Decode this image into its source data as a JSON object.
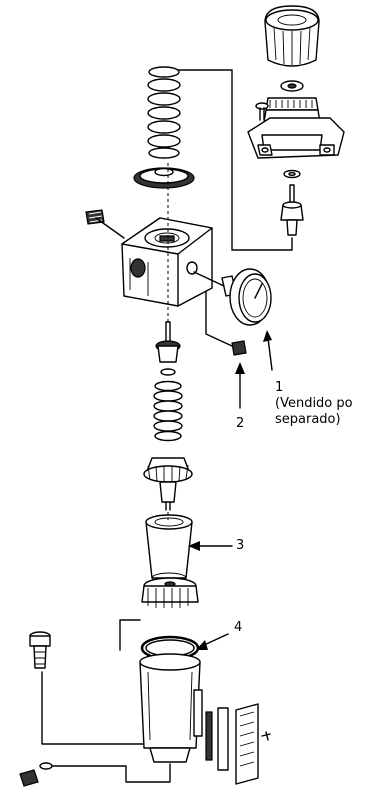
{
  "callouts": {
    "c1_number": "1",
    "c1_note_line1": "(Vendido po",
    "c1_note_line2": "separado)",
    "c2_number": "2",
    "c3_number": "3",
    "c4_number": "4"
  }
}
